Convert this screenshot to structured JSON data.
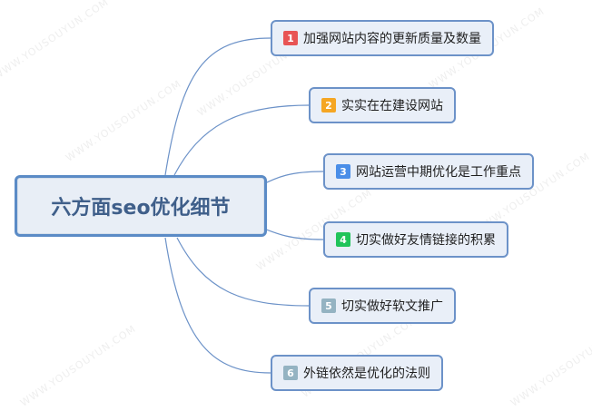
{
  "diagram": {
    "central": {
      "label": "六方面seo优化细节"
    },
    "watermark": "WWW.YOUSOUYUN.COM",
    "nodes": [
      {
        "number": "1",
        "label": "加强网站内容的更新质量及数量",
        "badge_color": "#e85454"
      },
      {
        "number": "2",
        "label": "实实在在建设网站",
        "badge_color": "#f5a623"
      },
      {
        "number": "3",
        "label": "网站运营中期优化是工作重点",
        "badge_color": "#4a8ee8"
      },
      {
        "number": "4",
        "label": "切实做好友情链接的积累",
        "badge_color": "#21c45a"
      },
      {
        "number": "5",
        "label": "切实做好软文推广",
        "badge_color": "#94b3c2"
      },
      {
        "number": "6",
        "label": "外链依然是优化的法则",
        "badge_color": "#94b3c2"
      }
    ],
    "colors": {
      "connector": "#6c92c8",
      "node_border": "#6c92c8",
      "node_fill": "#e9eff8",
      "central_border": "#5b8bc6",
      "central_text": "#3f5f8a"
    }
  }
}
